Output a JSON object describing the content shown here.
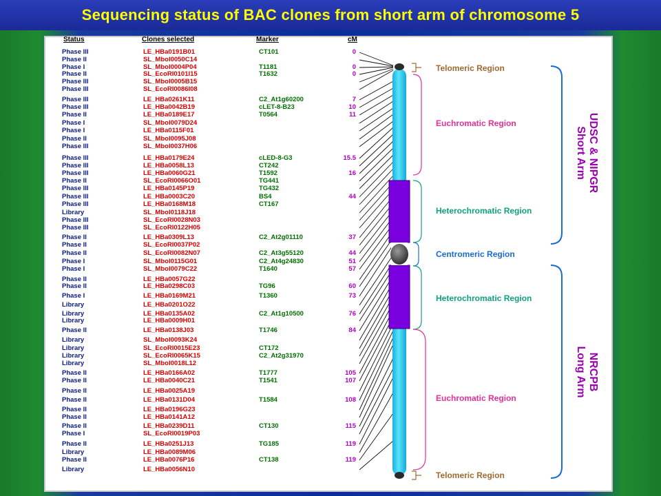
{
  "title": "Sequencing status of BAC clones from short arm of chromosome 5",
  "headers": {
    "status": "Status",
    "clones": "Clones selected",
    "marker": "Marker",
    "cm": "cM"
  },
  "rows": [
    {
      "status": "Phase III",
      "clone": "LE_HBa0191B01",
      "marker": "CT101",
      "cm": "0"
    },
    {
      "status": "Phase II",
      "clone": "SL_MboI0050C14",
      "marker": "",
      "cm": ""
    },
    {
      "status": "Phase I",
      "clone": "SL_MboI0004P04",
      "marker": "T1181",
      "cm": "0"
    },
    {
      "status": "Phase II",
      "clone": "SL_EcoRI0101I15",
      "marker": "T1632",
      "cm": "0"
    },
    {
      "status": "Phase III",
      "clone": "SL_MboI0005B15",
      "marker": "",
      "cm": ""
    },
    {
      "status": "Phase III",
      "clone": "SL_EcoRI0086I08",
      "marker": "",
      "cm": ""
    },
    {
      "status": "Phase III",
      "clone": "LE_HBa0261K11",
      "marker": "C2_At1g60200",
      "cm": "7"
    },
    {
      "status": "Phase III",
      "clone": "LE_HBa0042B19",
      "marker": "cLET-8-B23",
      "cm": "10"
    },
    {
      "status": "Phase II",
      "clone": "LE_HBa0189E17",
      "marker": "T0564",
      "cm": "11"
    },
    {
      "status": "Phase I",
      "clone": "SL_MboI0079D24",
      "marker": "",
      "cm": ""
    },
    {
      "status": "Phase I",
      "clone": "LE_HBa0115F01",
      "marker": "",
      "cm": ""
    },
    {
      "status": "Phase II",
      "clone": "SL_MboI0095J08",
      "marker": "",
      "cm": ""
    },
    {
      "status": "Phase III",
      "clone": "SL_MboI0037H06",
      "marker": "",
      "cm": ""
    },
    {
      "status": "Phase III",
      "clone": "LE_HBa0179E24",
      "marker": "cLED-8-G3",
      "cm": "15.5"
    },
    {
      "status": "Phase III",
      "clone": "LE_HBa0058L13",
      "marker": "CT242",
      "cm": ""
    },
    {
      "status": "Phase III",
      "clone": "LE_HBa0060G21",
      "marker": "T1592",
      "cm": "16"
    },
    {
      "status": "Phase II",
      "clone": "SL_EcoRI0066O01",
      "marker": "TG441",
      "cm": ""
    },
    {
      "status": "Phase III",
      "clone": "LE_HBa0145P19",
      "marker": "TG432",
      "cm": ""
    },
    {
      "status": "Phase III",
      "clone": "LE_HBa0003C20",
      "marker": "BS4",
      "cm": "44"
    },
    {
      "status": "Phase III",
      "clone": "LE_HBa0168M18",
      "marker": "CT167",
      "cm": ""
    },
    {
      "status": "Library",
      "clone": "SL_MboI0118J18",
      "marker": "",
      "cm": ""
    },
    {
      "status": "Phase III",
      "clone": "SL_EcoRI0028N03",
      "marker": "",
      "cm": ""
    },
    {
      "status": "Phase III",
      "clone": "SL_EcoRI0122H05",
      "marker": "",
      "cm": ""
    },
    {
      "status": "Phase II",
      "clone": "LE_HBa0309L13",
      "marker": "C2_At2g01110",
      "cm": "37"
    },
    {
      "status": "Phase II",
      "clone": "SL_EcoRI0037P02",
      "marker": "",
      "cm": ""
    },
    {
      "status": "Phase II",
      "clone": "SL_EcoRI0082N07",
      "marker": "C2_At3g55120",
      "cm": "44"
    },
    {
      "status": "Phase I",
      "clone": "SL_MboI0115G01",
      "marker": "C2_At4g24830",
      "cm": "51"
    },
    {
      "status": "Phase I",
      "clone": "SL_MboI0079C22",
      "marker": "T1640",
      "cm": "57"
    },
    {
      "status": "Phase II",
      "clone": "LE_HBa0057G22",
      "marker": "",
      "cm": ""
    },
    {
      "status": "Phase II",
      "clone": "LE_HBa0298C03",
      "marker": "TG96",
      "cm": "60"
    },
    {
      "status": "Phase I",
      "clone": "LE_HBa0169M21",
      "marker": "T1360",
      "cm": "73"
    },
    {
      "status": "Library",
      "clone": "LE_HBa0201O22",
      "marker": "",
      "cm": ""
    },
    {
      "status": "Library",
      "clone": "LE_HBa0135A02",
      "marker": "C2_At1g10500",
      "cm": "76"
    },
    {
      "status": "Library",
      "clone": "LE_HBa0009H01",
      "marker": "",
      "cm": ""
    },
    {
      "status": "Phase II",
      "clone": "LE_HBa0138J03",
      "marker": "T1746",
      "cm": "84"
    },
    {
      "status": "Library",
      "clone": "SL_MboI0093K24",
      "marker": "",
      "cm": ""
    },
    {
      "status": "Library",
      "clone": "SL_EcoRI0015E23",
      "marker": "CT172",
      "cm": ""
    },
    {
      "status": "Library",
      "clone": "SL_EcoRI0065K15",
      "marker": "C2_At2g31970",
      "cm": ""
    },
    {
      "status": "Library",
      "clone": "SL_MboI0018L12",
      "marker": "",
      "cm": ""
    },
    {
      "status": "Phase II",
      "clone": "LE_HBa0166A02",
      "marker": "T1777",
      "cm": "105"
    },
    {
      "status": "Phase II",
      "clone": "LE_HBa0040C21",
      "marker": "T1541",
      "cm": "107"
    },
    {
      "status": "Phase II",
      "clone": "LE_HBa0025A19",
      "marker": "",
      "cm": ""
    },
    {
      "status": "Phase II",
      "clone": "LE_HBa0131D04",
      "marker": "T1584",
      "cm": "108"
    },
    {
      "status": "Phase II",
      "clone": "LE_HBa0196G23",
      "marker": "",
      "cm": ""
    },
    {
      "status": "Phase II",
      "clone": "LE_HBa0141A12",
      "marker": "",
      "cm": ""
    },
    {
      "status": "Phase II",
      "clone": "LE_HBa0239D11",
      "marker": "CT130",
      "cm": "115"
    },
    {
      "status": "Phase I",
      "clone": "SL_EcoRI0019P03",
      "marker": "",
      "cm": ""
    },
    {
      "status": "Phase II",
      "clone": "LE_HBa0251J13",
      "marker": "TG185",
      "cm": "119"
    },
    {
      "status": "Library",
      "clone": "LE_HBa0089M06",
      "marker": "",
      "cm": ""
    },
    {
      "status": "Phase II",
      "clone": "LE_HBa0076P16",
      "marker": "CT138",
      "cm": "119"
    },
    {
      "status": "Library",
      "clone": "LE_HBa0056N10",
      "marker": "",
      "cm": ""
    }
  ],
  "regions": {
    "telomeric_top": "Telomeric Region",
    "euchromatic_top": "Euchromatic Region",
    "heterochromatic_top": "Heterochromatic Region",
    "centromeric": "Centromeric Region",
    "heterochromatic_bottom": "Heterochromatic Region",
    "euchromatic_bottom": "Euchromatic Region",
    "telomeric_bottom": "Telomeric Region"
  },
  "arms": {
    "short": {
      "org": "UDSC & NIPGR",
      "arm": "Short Arm"
    },
    "long": {
      "org": "NRCPB",
      "arm": "Long Arm"
    }
  },
  "colors": {
    "title": "#ffff00",
    "status": "#0a1a8a",
    "clone": "#d80000",
    "marker": "#007000",
    "cm": "#b000c0",
    "chromosome": "#2ad4f0",
    "heterochromatin": "#7a00e0",
    "region_label_telomeric": "#a06a30",
    "region_label_euchromatic": "#e0309a",
    "region_label_hetero": "#10a080",
    "region_label_centromeric": "#1a6ad0",
    "arm_bracket": "#1a6ad0",
    "arm_text": "#9a00b0"
  }
}
